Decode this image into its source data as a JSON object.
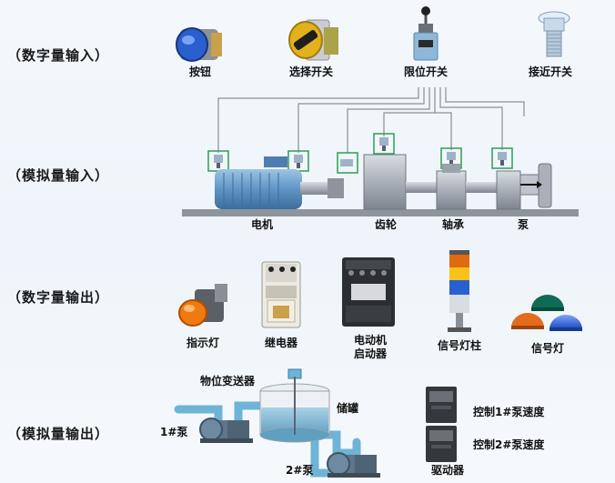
{
  "sections": {
    "digital_input": "（数字量输入）",
    "analog_input": "（模拟量输入）",
    "digital_output": "（数字量输出）",
    "analog_output": "（模拟量输出）"
  },
  "digital_inputs": {
    "button": "按钮",
    "selector_switch": "选择开关",
    "limit_switch": "限位开关",
    "proximity_switch": "接近开关"
  },
  "machine": {
    "motor": "电机",
    "gear": "齿轮",
    "bearing": "轴承",
    "pump": "泵"
  },
  "digital_outputs": {
    "indicator_lamp": "指示灯",
    "relay": "继电器",
    "motor_starter_line1": "电动机",
    "motor_starter_line2": "启动器",
    "signal_tower": "信号灯柱",
    "signal_lamp": "信号灯"
  },
  "analog_outputs": {
    "level_transmitter": "物位变送器",
    "tank": "储罐",
    "pump1": "1#泵",
    "pump2": "2#泵",
    "speed1": "控制1#泵速度",
    "speed2": "控制2#泵速度",
    "driver": "驱动器"
  }
}
